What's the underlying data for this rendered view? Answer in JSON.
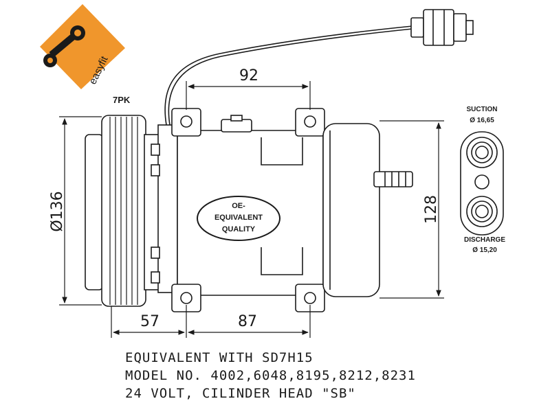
{
  "brand": {
    "name": "easyfit",
    "color": "#f0962c"
  },
  "labels": {
    "belt": "7PK",
    "suction": "SUCTION",
    "suction_size": "Ø 16,65",
    "discharge": "DISCHARGE",
    "discharge_size": "Ø 15,20"
  },
  "dimensions": {
    "top_width": "92",
    "diameter": "Ø136",
    "height": "128",
    "pulley_offset": "57",
    "mount_spacing": "87"
  },
  "badge": {
    "line1": "OE-",
    "line2": "EQUIVALENT",
    "line3": "QUALITY"
  },
  "caption": {
    "line1": "EQUIVALENT WITH SD7H15",
    "line2": "MODEL NO. 4002,6048,8195,8212,8231",
    "line3": "24 VOLT, CILINDER HEAD \"SB\""
  }
}
